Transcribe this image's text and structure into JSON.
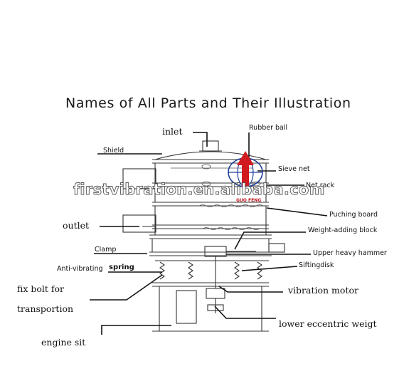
{
  "title": "Names of All Parts and Their Illustration",
  "labels": {
    "inlet": "inlet",
    "rubber_ball": "Rubber ball",
    "shield": "Shield",
    "sieve_net": "Sieve net",
    "net_rack": "Net rack",
    "puching_board": "Puching board",
    "outlet": "outlet",
    "weight_adding_block": "Weight-adding block",
    "clamp": "Clamp",
    "upper_heavy_hammer": "Upper heavy hammer",
    "anti_vibrating": "Anti-vibrating",
    "spring": "spring",
    "siftingdisk": "Siftingdisk",
    "fix_bolt_line1": "fix bolt for",
    "fix_bolt_line2": "transportion",
    "vibration_motor": "vibration motor",
    "lower_eccentric": "lower eccentric weigt",
    "engine_sit": "engine sit"
  },
  "watermark": {
    "url": "firstvibration.en.alibaba.com",
    "sub": "GUO FENG",
    "logo_color": "#1f3f9a",
    "accent_color": "#d01a20"
  }
}
